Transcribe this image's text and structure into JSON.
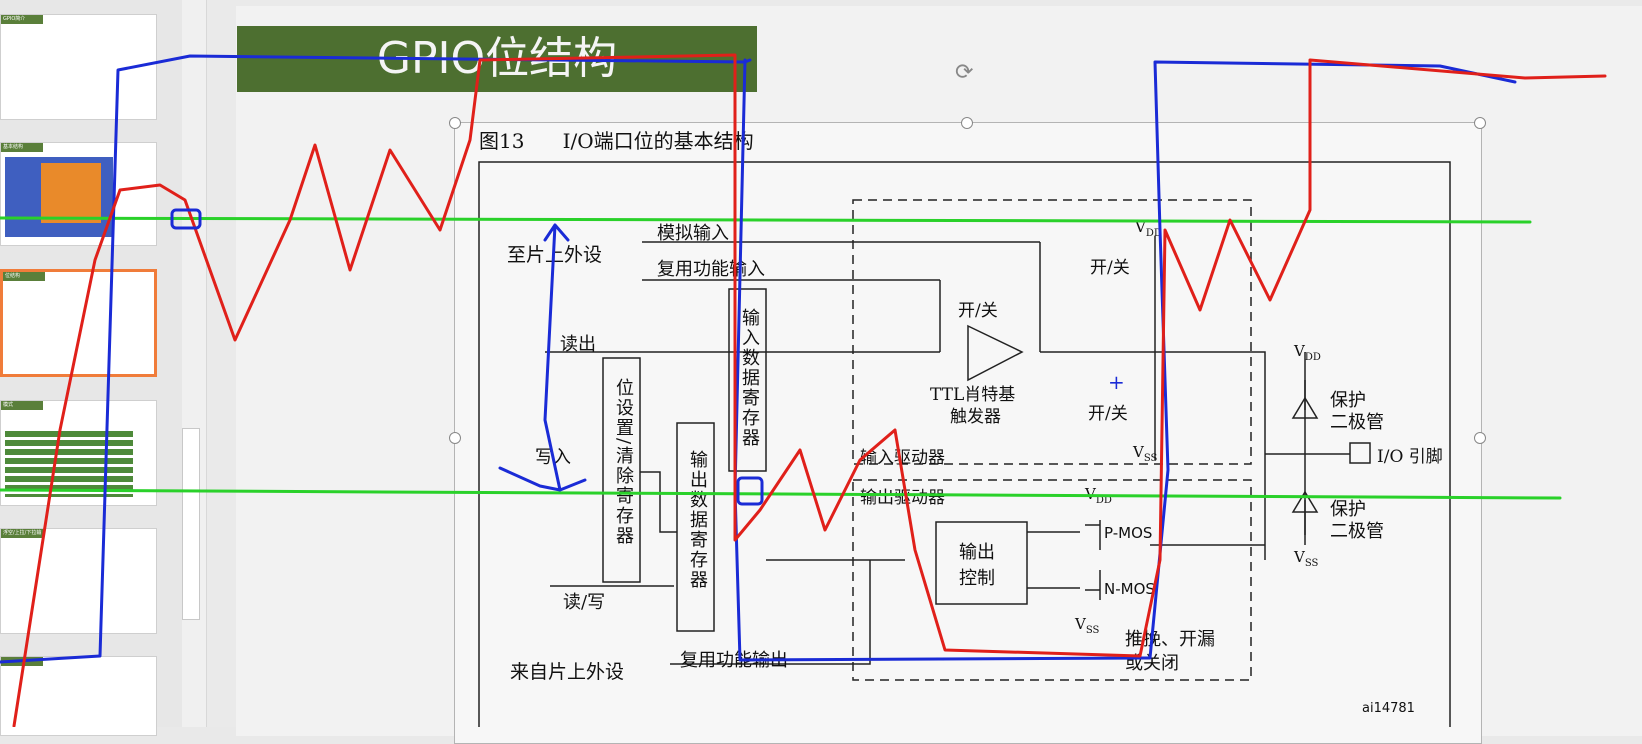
{
  "app": {
    "name": "Presentation editor"
  },
  "thumbnails": [
    {
      "title": "GPIO简介"
    },
    {
      "title": "基本结构"
    },
    {
      "title": "位结构"
    },
    {
      "title": "模式"
    },
    {
      "title": "浮空/上拉/下拉输入"
    },
    {
      "title": ""
    }
  ],
  "slide": {
    "title": "GPIO位结构"
  },
  "figure": {
    "caption": "图13      I/O端口位的基本结构",
    "labels": {
      "to_peripheral": "至片上外设",
      "analog_in": "模拟输入",
      "alt_func_in": "复用功能输入",
      "read_out": "读出",
      "write_in": "写入",
      "read_write": "读/写",
      "from_peripheral": "来自片上外设",
      "alt_func_out": "复用功能输出",
      "bsrr": "位设置/清除寄存器",
      "odr": "输出数据寄存器",
      "idr": "输入数据寄存器",
      "on_off_1": "开/关",
      "on_off_2": "开/关",
      "on_off_3": "开/关",
      "ttl_1": "TTL肖特基",
      "ttl_2": "触发器",
      "input_driver": "输入驱动器",
      "output_driver": "输出驱动器",
      "output_ctrl_1": "输出",
      "output_ctrl_2": "控制",
      "pmos": "P-MOS",
      "nmos": "N-MOS",
      "vdd": "V",
      "vdd_sub": "DD",
      "vss": "V",
      "vss_sub": "SS",
      "protect_1": "保护",
      "protect_2": "二极管",
      "io_pin": "I/O 引脚",
      "push_pull_1": "推挽、开漏",
      "push_pull_2": "或关闭",
      "ref_id": "ai14781",
      "plus": "+"
    }
  }
}
